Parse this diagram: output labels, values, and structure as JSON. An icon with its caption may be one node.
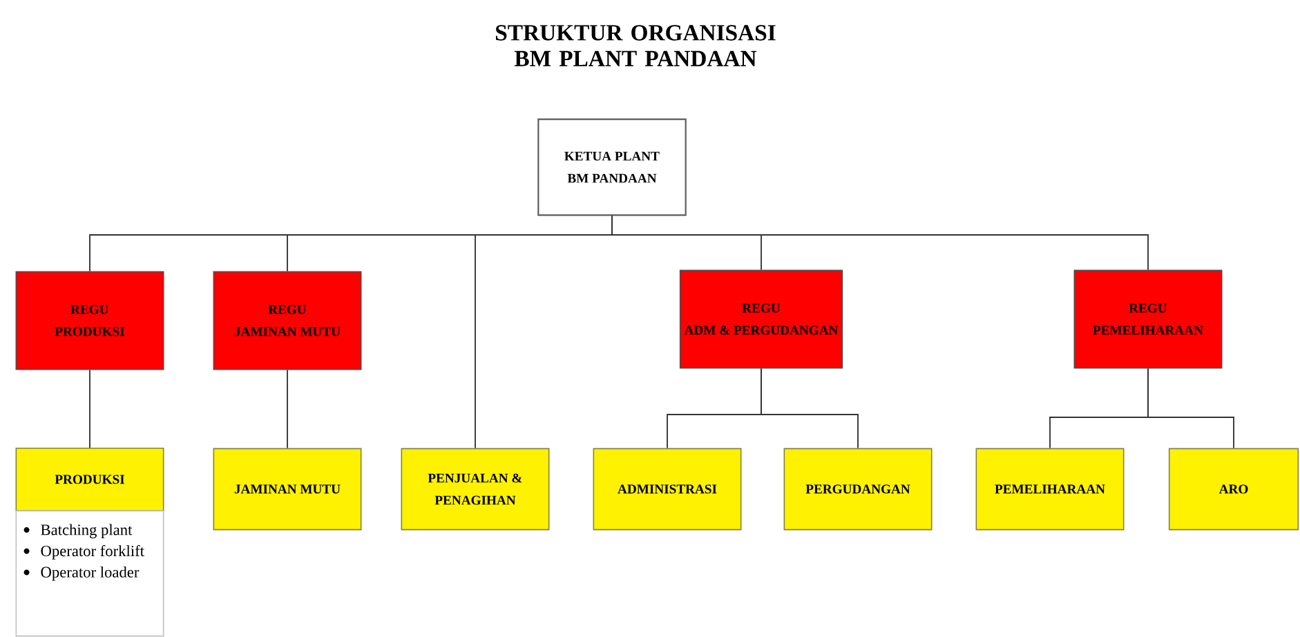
{
  "diagram": {
    "title": "STRUKTUR ORGANISASI BM PLANT PANDAAN",
    "nodes": [
      {
        "text": [
          "KETUA PLANT BM PANDAAN"
        ]
      },
      {
        "text": [
          "REGU PRODUKSI"
        ]
      },
      {
        "text": [
          "REGU JAMINAN MUTU"
        ]
      },
      {
        "text": [
          "REGU ADM & PERGUDANGAN"
        ]
      },
      {
        "text": [
          "REGU PEMELIHARAAN"
        ]
      },
      {
        "text": [
          "PRODUKSI"
        ]
      },
      {
        "text": [
          "Batching plant",
          "Operator forklift",
          "Operator loader"
        ]
      },
      {
        "text": [
          "JAMINAN MUTU"
        ]
      },
      {
        "text": [
          "PENJUALAN & PENAGIHAN"
        ]
      },
      {
        "text": [
          "ADMINISTRASI"
        ]
      },
      {
        "text": [
          "PERGUDANGAN"
        ]
      },
      {
        "text": [
          "PEMELIHARAAN"
        ]
      },
      {
        "text": [
          "ARO"
        ]
      }
    ],
    "edges": [
      {
        "from": 0,
        "to": 1,
        "arrow": "none"
      },
      {
        "from": 0,
        "to": 2,
        "arrow": "none"
      },
      {
        "from": 0,
        "to": 8,
        "arrow": "none"
      },
      {
        "from": 0,
        "to": 3,
        "arrow": "none"
      },
      {
        "from": 0,
        "to": 4,
        "arrow": "none"
      },
      {
        "from": 1,
        "to": 5,
        "arrow": "none"
      },
      {
        "from": 2,
        "to": 7,
        "arrow": "none"
      },
      {
        "from": 3,
        "to": 9,
        "arrow": "none"
      },
      {
        "from": 3,
        "to": 10,
        "arrow": "none"
      },
      {
        "from": 4,
        "to": 11,
        "arrow": "none"
      },
      {
        "from": 4,
        "to": 12,
        "arrow": "none"
      }
    ]
  }
}
